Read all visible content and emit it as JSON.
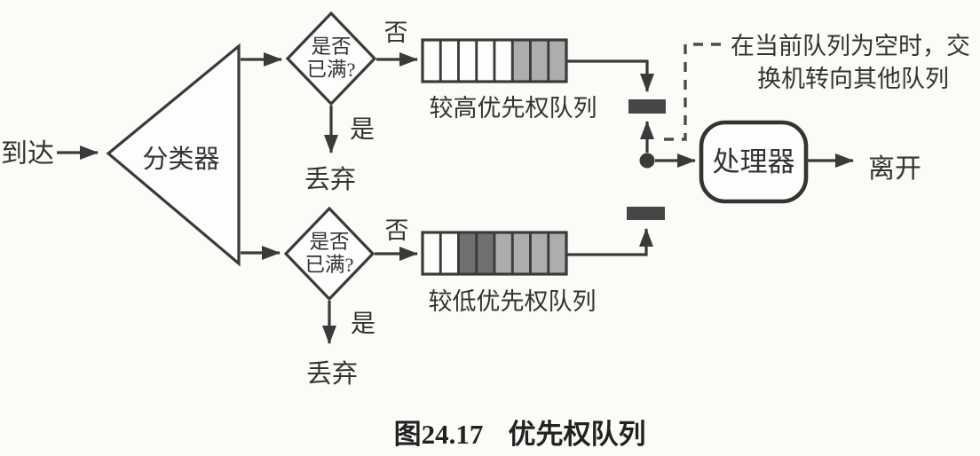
{
  "colors": {
    "ink": "#3a3a3a",
    "paper": "#fcfbf8",
    "queue_cell_empty": "#fdfdfc",
    "queue_cell_filled": "#adadad",
    "queue_cell_dark": "#707070",
    "gate_fill": "#464646"
  },
  "nodes": {
    "arrival_label": "到达",
    "classifier_label": "分类器",
    "decision_line1": "是否",
    "decision_line2": "已满?",
    "branch_no": "否",
    "branch_yes": "是",
    "discard_label": "丢弃",
    "processor_label": "处理器",
    "departure_label": "离开"
  },
  "queues": {
    "high": {
      "label": "较高优先权队列",
      "cells": [
        "empty",
        "empty",
        "empty",
        "empty",
        "empty",
        "filled",
        "filled",
        "filled"
      ]
    },
    "low": {
      "label": "较低优先权队列",
      "cells": [
        "empty",
        "empty",
        "dark",
        "dark",
        "filled",
        "filled",
        "filled",
        "filled"
      ]
    }
  },
  "annotation": {
    "line1": "在当前队列为空时，交",
    "line2": "换机转向其他队列"
  },
  "caption": {
    "number": "图24.17",
    "title": "优先权队列"
  }
}
